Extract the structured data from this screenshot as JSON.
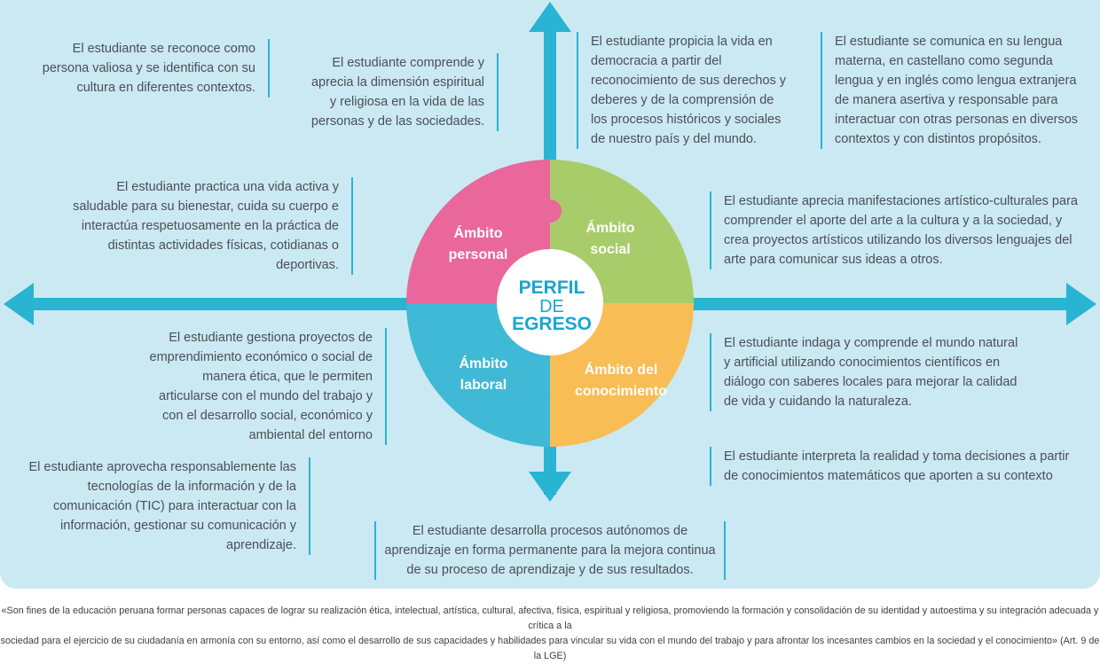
{
  "center": {
    "line1": "PERFIL",
    "line2": "DE",
    "line3": "EGRESO"
  },
  "ambitos": {
    "personal": [
      "Ámbito",
      "personal"
    ],
    "social": [
      "Ámbito",
      "social"
    ],
    "laboral": [
      "Ámbito",
      "laboral"
    ],
    "conocimiento": [
      "Ámbito del",
      "conocimiento"
    ]
  },
  "competencias": {
    "c1": "El estudiante se reconoce como persona valiosa y se identifica con su cultura en diferentes contextos.",
    "c2": "El estudiante comprende y aprecia la dimensión espiritual y religiosa en la vida de las personas y de las sociedades.",
    "c3": "El estudiante propicia la vida en democracia a partir del reconocimiento de sus derechos y deberes y de la comprensión de los procesos históricos y sociales de nuestro país y del mundo.",
    "c4": "El estudiante se comunica en su lengua materna, en castellano como segunda lengua y en inglés como lengua extranjera de manera asertiva y responsable para interactuar con otras personas en diversos contextos y con distintos propósitos.",
    "c5": "El estudiante practica una vida activa y saludable para su bienestar, cuida su cuerpo e interactúa respetuosamente en la práctica de distintas actividades físicas, cotidianas o deportivas.",
    "c6": "El estudiante aprecia manifestaciones artístico-culturales para comprender el aporte del arte a la cultura y a la sociedad, y crea proyectos artísticos utilizando los diversos lenguajes del arte para comunicar sus ideas a otros.",
    "c7": "El estudiante gestiona proyectos de emprendimiento económico o social de manera ética, que le permiten articularse con el mundo del trabajo y con el desarrollo social, económico y ambiental del entorno",
    "c8": "El estudiante indaga y comprende el mundo natural y artificial utilizando conocimientos científicos en diálogo con saberes locales para mejorar la calidad de vida y cuidando la naturaleza.",
    "c9": "El estudiante aprovecha responsablemente las tecnologías de la información y de la comunicación (TIC) para interactuar con la información, gestionar su comunicación y aprendizaje.",
    "c10": "El estudiante interpreta la realidad y toma decisiones a partir de conocimientos matemáticos que aporten a su contexto",
    "c11": "El estudiante desarrolla procesos autónomos de aprendizaje en forma permanente para la mejora continua de su proceso de aprendizaje y de sus resultados."
  },
  "footer": {
    "line1": "«Son fines de la educación peruana formar personas capaces de lograr su realización ética, intelectual, artística, cultural, afectiva, física, espiritual y religiosa, promoviendo la formación y consolidación de su identidad y autoestima y su integración adecuada y crítica a la",
    "line2": "sociedad para el ejercicio de su ciudadanía en armonía con su entorno, así como el desarrollo de sus capacidades y habilidades para vincular su vida con el mundo del trabajo y para afrontar los incesantes cambios en la sociedad y el conocimiento» (Art. 9 de la LGE)"
  },
  "colors": {
    "background": "#cbe9f3",
    "arrows": "#29b4d3",
    "personal": "#e9679a",
    "social": "#a9cc6b",
    "laboral": "#3fb9d6",
    "conocimiento": "#f8bd55",
    "center_text": "#1aa5cf"
  }
}
